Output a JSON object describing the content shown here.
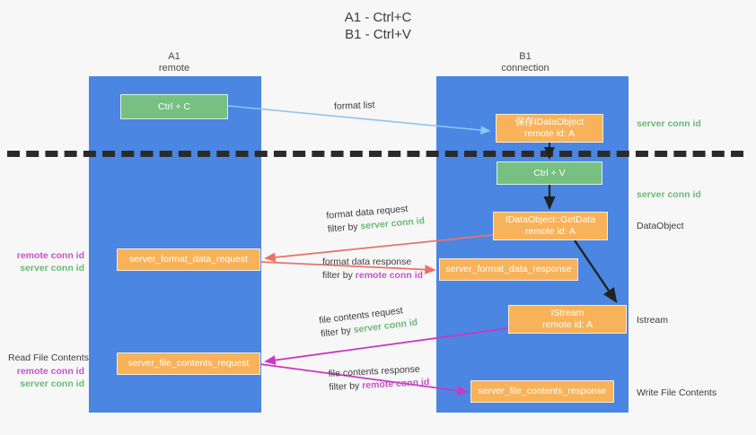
{
  "title": {
    "line1": "A1 - Ctrl+C",
    "line2": "B1 - Ctrl+V"
  },
  "columns": [
    {
      "name": "A1",
      "sub": "remote"
    },
    {
      "name": "B1",
      "sub": "connection"
    }
  ],
  "nodes": {
    "ctrl_c": {
      "label": "Ctrl + C",
      "color": "#76c182"
    },
    "save_idataobject": {
      "line1": "保存IDataObject",
      "line2": "remote id: A",
      "color": "#f8b259"
    },
    "ctrl_v": {
      "label": "Ctrl + V",
      "color": "#76c182"
    },
    "getdata": {
      "line1": "IDataObject::GetData",
      "line2": "remote id: A",
      "color": "#f8b259"
    },
    "server_format_data_request": {
      "label": "server_format_data_request",
      "color": "#f8b259"
    },
    "server_format_data_response": {
      "label": "server_format_data_response",
      "color": "#f8b259"
    },
    "istream": {
      "line1": "IStream",
      "line2": "remote id: A",
      "color": "#f8b259"
    },
    "server_file_contents_request": {
      "label": "server_file_contents_request",
      "color": "#f8b259"
    },
    "server_file_contents_response": {
      "label": "server_file_contents_response",
      "color": "#f8b259"
    }
  },
  "edges": {
    "format_list": {
      "label": "format list",
      "color": "#8fc4ef"
    },
    "format_data_request": {
      "line1": "format data request",
      "filter_prefix": "filter by ",
      "filter_key": "server conn id",
      "color": "#eb7268"
    },
    "format_data_response": {
      "line1": "format data response",
      "filter_prefix": "filter by ",
      "filter_key": "remote conn id",
      "color": "#eb7268"
    },
    "file_contents_request": {
      "line1": "file contents request",
      "filter_prefix": "filter by ",
      "filter_key": "server conn id",
      "color": "#cc36c4"
    },
    "file_contents_response": {
      "line1": "file contents response",
      "filter_prefix": "filter by ",
      "filter_key": "remote conn id",
      "color": "#cc36c4"
    }
  },
  "annotations": {
    "server_conn_id_top": "server conn id",
    "server_conn_id_mid": "server conn id",
    "dataobject": "DataObject",
    "istream": "Istream",
    "write_file_contents": "Write File Contents",
    "read_file_contents": "Read File Contents",
    "remote_conn_id_a": "remote conn id",
    "server_conn_id_a": "server conn id",
    "remote_conn_id_b": "remote conn id",
    "server_conn_id_b": "server conn id"
  },
  "colors": {
    "lane": "#4a86e2",
    "green_text": "#6aba74",
    "purple_text": "#c255c9",
    "dark_text": "#3c3c3c",
    "background": "#f7f7f7",
    "divider": "#2b2b2b"
  }
}
